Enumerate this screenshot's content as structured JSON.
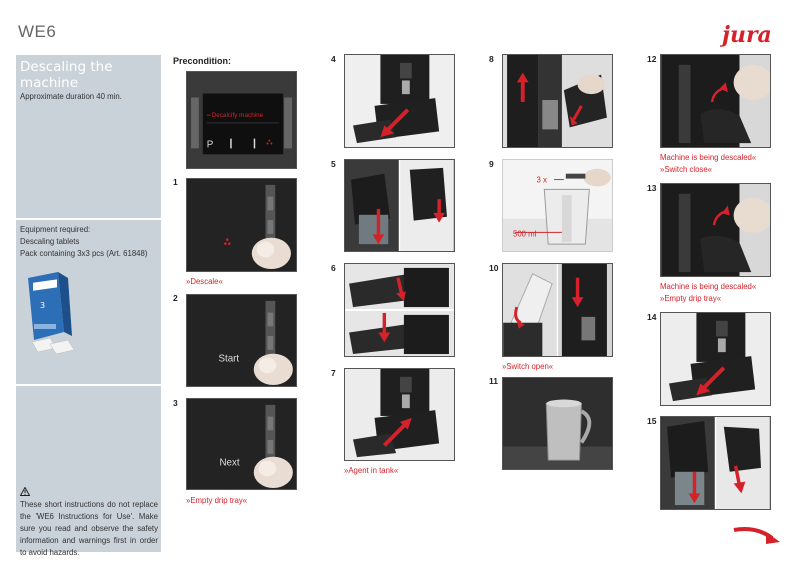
{
  "header": {
    "title": "WE6",
    "brand": "jura"
  },
  "sidebar": {
    "title": "Descaling the machine",
    "duration": "Approximate duration 40 min.",
    "equipment_heading": "Equipment required:",
    "equipment_item": "Descaling tablets",
    "equipment_pack": "Pack containing 3x3 pcs (Art. 61848)",
    "pack_number": "3",
    "warning": "These short instructions do not replace the 'WE6 Instructions for Use'. Make sure you read and observe the safety information and warnings first in order to avoid hazards."
  },
  "precondition": {
    "label": "Precondition:",
    "display_text": "Decalcify machine",
    "display_p": "P"
  },
  "steps": [
    {
      "num": "1",
      "caption": "»Descale«"
    },
    {
      "num": "2",
      "caption": "",
      "screen": "Start"
    },
    {
      "num": "3",
      "caption": "»Empty drip tray«",
      "screen": "Next"
    },
    {
      "num": "4",
      "caption": ""
    },
    {
      "num": "5",
      "caption": ""
    },
    {
      "num": "6",
      "caption": ""
    },
    {
      "num": "7",
      "caption": "»Agent in tank«"
    },
    {
      "num": "8",
      "caption": ""
    },
    {
      "num": "9",
      "caption": "",
      "label_times": "3 x",
      "label_volume": "500 ml"
    },
    {
      "num": "10",
      "caption": "»Switch open«"
    },
    {
      "num": "11",
      "caption": ""
    },
    {
      "num": "12",
      "caption_line1": "Machine is being descaled«",
      "caption_line2": "»Switch close«"
    },
    {
      "num": "13",
      "caption_line1": "Machine is being descaled«",
      "caption_line2": "»Empty drip tray«"
    },
    {
      "num": "14",
      "caption": ""
    },
    {
      "num": "15",
      "caption": ""
    }
  ],
  "colors": {
    "accent": "#d5222a",
    "sidebar": "#c9d1d9",
    "photo": "#2b2b2b"
  }
}
